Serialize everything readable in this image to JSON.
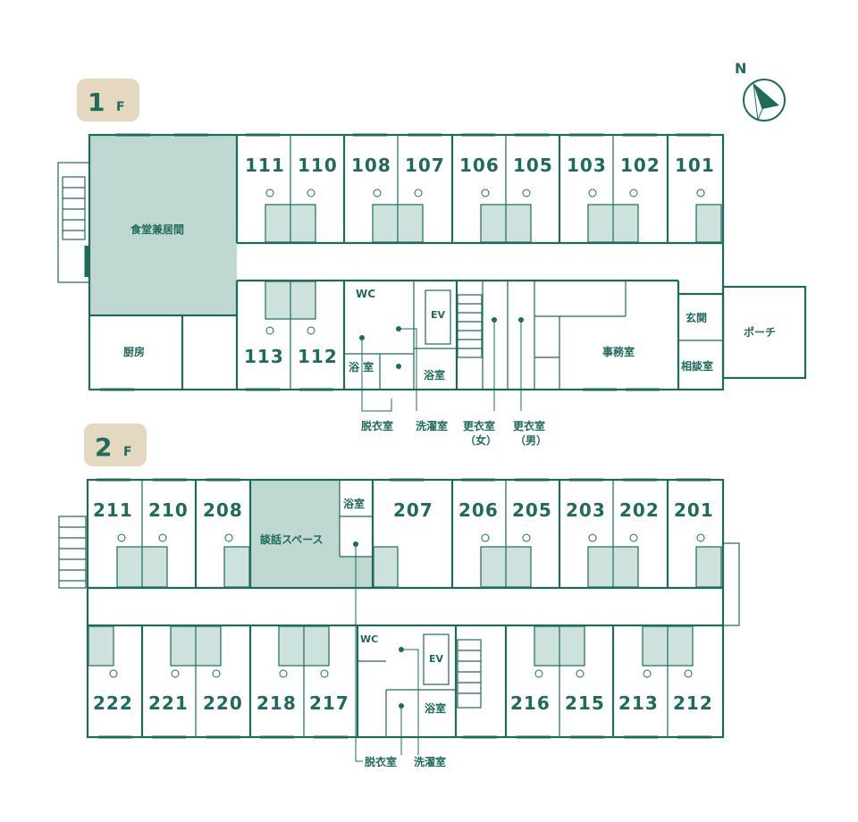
{
  "compass": {
    "label": "N",
    "icon": "north-arrow-icon"
  },
  "floor1": {
    "badge_number": "1",
    "badge_letter": "F",
    "rooms_north": [
      "111",
      "110",
      "108",
      "107",
      "106",
      "105",
      "103",
      "102",
      "101"
    ],
    "rooms_south": [
      "113",
      "112"
    ],
    "dining": "食堂兼居間",
    "kitchen": "厨房",
    "wc": "WC",
    "bath": "浴 室",
    "bath2": "浴室",
    "ev": "EV",
    "office": "事務室",
    "entrance": "玄関",
    "consult": "相談室",
    "porch": "ポーチ",
    "callouts": {
      "dressing": "脱衣室",
      "laundry": "洗濯室",
      "change_f": "更衣室",
      "change_f_sub": "（女）",
      "change_m": "更衣室",
      "change_m_sub": "（男）"
    }
  },
  "floor2": {
    "badge_number": "2",
    "badge_letter": "F",
    "rooms_north_a": [
      "211",
      "210",
      "208"
    ],
    "room_207": "207",
    "rooms_north_b": [
      "206",
      "205",
      "203",
      "202",
      "201"
    ],
    "rooms_south_a": [
      "222",
      "221",
      "220",
      "218",
      "217"
    ],
    "rooms_south_b": [
      "216",
      "215",
      "213",
      "212"
    ],
    "lounge": "談話スペース",
    "bath": "浴室",
    "bath_south": "浴室",
    "wc": "WC",
    "ev": "EV",
    "callouts": {
      "dressing": "脱衣室",
      "laundry": "洗濯室"
    }
  },
  "colors": {
    "line": "#1e6b5c",
    "fill": "#cde2dc",
    "badge": "#e4d9c0"
  }
}
